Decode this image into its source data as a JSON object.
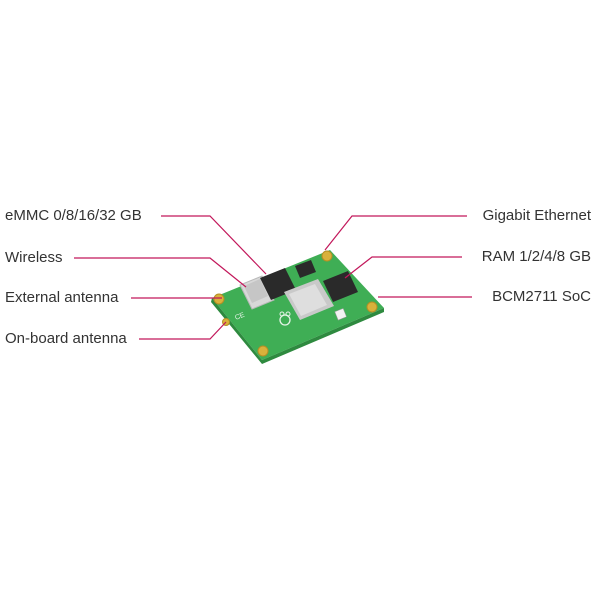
{
  "diagram": {
    "colors": {
      "leader_line": "#c2185b",
      "pcb": "#3fae55",
      "pcb_edge": "#2e8a3f",
      "chip": "#2a2a2a",
      "soc_shield": "#c9c9c9",
      "pad": "#d9b13b",
      "text": "#333333"
    },
    "labels": {
      "left": [
        {
          "id": "emmc",
          "text": "eMMC 0/8/16/32 GB"
        },
        {
          "id": "wireless",
          "text": "Wireless"
        },
        {
          "id": "external_antenna",
          "text": "External antenna"
        },
        {
          "id": "onboard_antenna",
          "text": "On-board antenna"
        }
      ],
      "right": [
        {
          "id": "gigabit_ethernet",
          "text": "Gigabit Ethernet"
        },
        {
          "id": "ram",
          "text": "RAM 1/2/4/8 GB"
        },
        {
          "id": "soc",
          "text": "BCM2711 SoC"
        }
      ]
    },
    "board": {
      "logo_icon": "raspberry-pi-logo-icon",
      "ce_mark": "CE"
    }
  }
}
